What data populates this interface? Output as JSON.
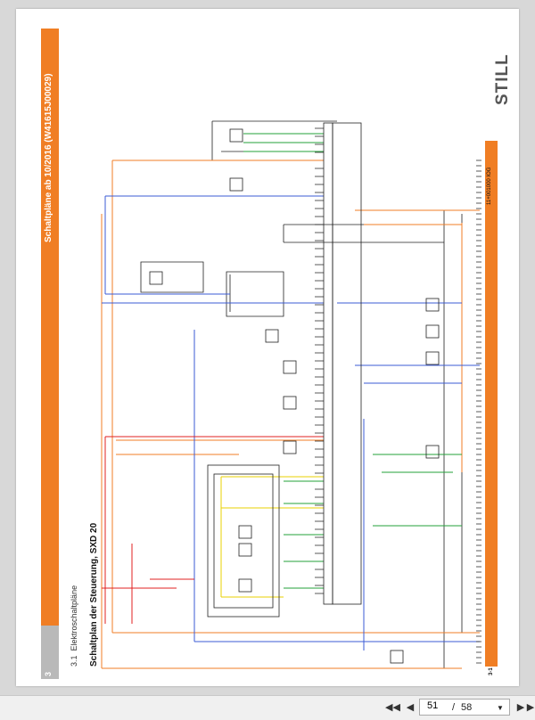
{
  "document": {
    "side_title": "Schaltpläne ab 10/2016 (W41615J00029)",
    "section_number": "3",
    "section_number_label": "3.1",
    "section_label": "Elektroschaltpläne",
    "plan_title": "Schaltplan der Steuerung, SXD 20",
    "logo": "STILL",
    "drawing_number": "11+001000 IOG",
    "page_number": "3-1"
  },
  "diagram": {
    "colors": {
      "orange": "#f07e24",
      "blue": "#3b5bd5",
      "green": "#23a23a",
      "red": "#e02020",
      "yellow": "#e8d000",
      "black": "#222222"
    }
  },
  "viewer": {
    "current_page": "51",
    "separator": "/",
    "total_pages": "58",
    "icons": [
      "skip-first-icon",
      "prev-icon",
      "next-icon",
      "skip-last-icon",
      "dropdown-icon"
    ]
  }
}
